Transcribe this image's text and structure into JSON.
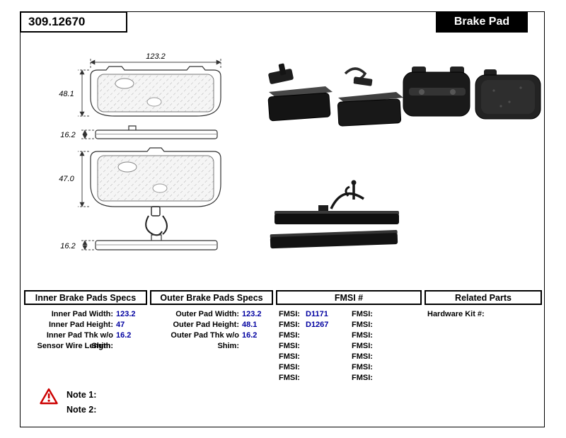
{
  "header": {
    "part_number": "309.12670",
    "product_type": "Brake Pad"
  },
  "diagram": {
    "dim_outer_width": "123.2",
    "dim_outer_height": "48.1",
    "dim_outer_thk": "16.2",
    "dim_inner_height": "47.0",
    "dim_inner_thk": "16.2"
  },
  "specs": {
    "inner": {
      "title": "Inner Brake Pads Specs",
      "rows": [
        {
          "label": "Inner Pad Width:",
          "value": "123.2"
        },
        {
          "label": "Inner Pad Height:",
          "value": "47"
        },
        {
          "label": "Inner Pad Thk w/o Shim:",
          "value": "16.2"
        },
        {
          "label": "Sensor Wire Length:",
          "value": ""
        }
      ]
    },
    "outer": {
      "title": "Outer Brake Pads Specs",
      "rows": [
        {
          "label": "Outer Pad Width:",
          "value": "123.2"
        },
        {
          "label": "Outer Pad Height:",
          "value": "48.1"
        },
        {
          "label": "Outer Pad Thk w/o Shim:",
          "value": "16.2"
        }
      ]
    },
    "fmsi": {
      "title": "FMSI #",
      "col1": [
        {
          "label": "FMSI:",
          "value": "D1171"
        },
        {
          "label": "FMSI:",
          "value": "D1267"
        },
        {
          "label": "FMSI:",
          "value": ""
        },
        {
          "label": "FMSI:",
          "value": ""
        },
        {
          "label": "FMSI:",
          "value": ""
        },
        {
          "label": "FMSI:",
          "value": ""
        },
        {
          "label": "FMSI:",
          "value": ""
        }
      ],
      "col2": [
        {
          "label": "FMSI:",
          "value": ""
        },
        {
          "label": "FMSI:",
          "value": ""
        },
        {
          "label": "FMSI:",
          "value": ""
        },
        {
          "label": "FMSI:",
          "value": ""
        },
        {
          "label": "FMSI:",
          "value": ""
        },
        {
          "label": "FMSI:",
          "value": ""
        },
        {
          "label": "FMSI:",
          "value": ""
        }
      ]
    },
    "related": {
      "title": "Related Parts",
      "rows": [
        {
          "label": "Hardware Kit #:",
          "value": ""
        }
      ]
    }
  },
  "notes": {
    "warning_icon": "warning-triangle",
    "note1": "Note 1:",
    "note2": "Note 2:"
  },
  "colors": {
    "value_blue": "#0000a0",
    "header_bg": "#000000",
    "warning_red": "#cc0000"
  }
}
